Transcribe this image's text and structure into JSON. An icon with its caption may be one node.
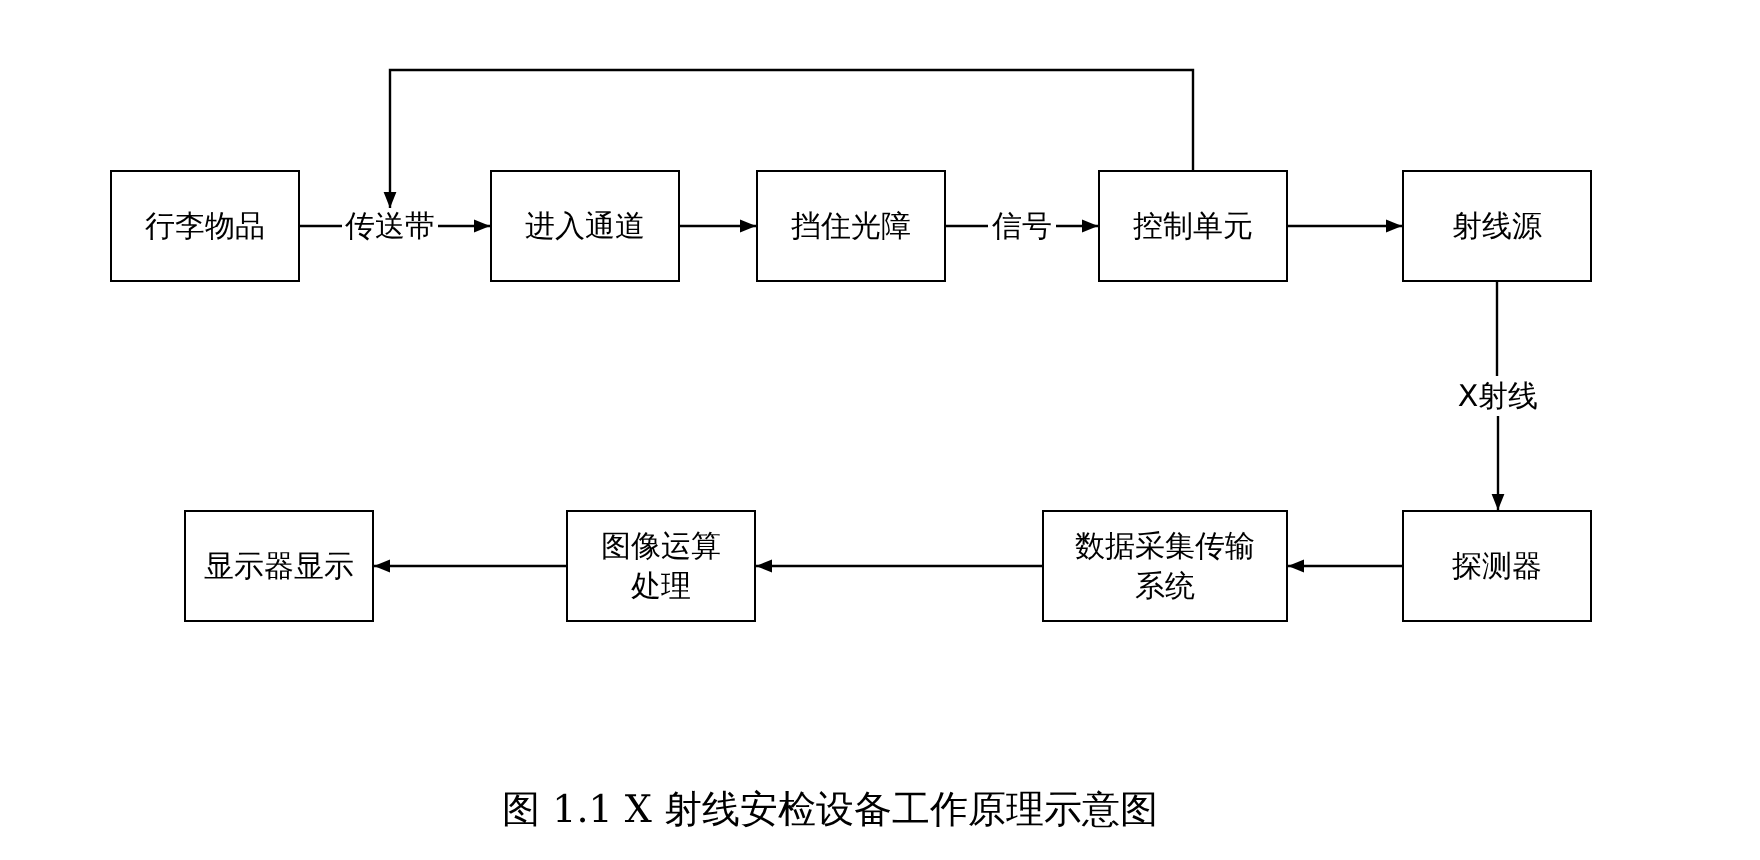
{
  "diagram": {
    "caption": "图 1.1 X 射线安检设备工作原理示意图",
    "nodes": [
      {
        "text": [
          "行李物品"
        ]
      },
      {
        "text": [
          "传送带"
        ]
      },
      {
        "text": [
          "进入通道"
        ]
      },
      {
        "text": [
          "挡住光障"
        ]
      },
      {
        "text": [
          "控制单元"
        ]
      },
      {
        "text": [
          "射线源"
        ]
      },
      {
        "text": [
          "探测器"
        ]
      },
      {
        "text": [
          "数据采集传输系统"
        ]
      },
      {
        "text": [
          "图像运算处理"
        ]
      },
      {
        "text": [
          "显示器显示"
        ]
      },
      {
        "text": [
          "X射线"
        ]
      }
    ],
    "edges": [
      {
        "from": 0,
        "to": 1,
        "arrow": "none"
      },
      {
        "from": 1,
        "to": 2,
        "arrow": "to"
      },
      {
        "from": 4,
        "to": 1,
        "arrow": "to"
      },
      {
        "from": 2,
        "to": 3,
        "arrow": "to"
      },
      {
        "from": 3,
        "to": 4,
        "arrow": "to",
        "label": "信号"
      },
      {
        "from": 4,
        "to": 5,
        "arrow": "to"
      },
      {
        "from": 5,
        "to": 10,
        "arrow": "none"
      },
      {
        "from": 10,
        "to": 6,
        "arrow": "to"
      },
      {
        "from": 6,
        "to": 7,
        "arrow": "to"
      },
      {
        "from": 7,
        "to": 8,
        "arrow": "to"
      },
      {
        "from": 8,
        "to": 9,
        "arrow": "to"
      }
    ]
  }
}
